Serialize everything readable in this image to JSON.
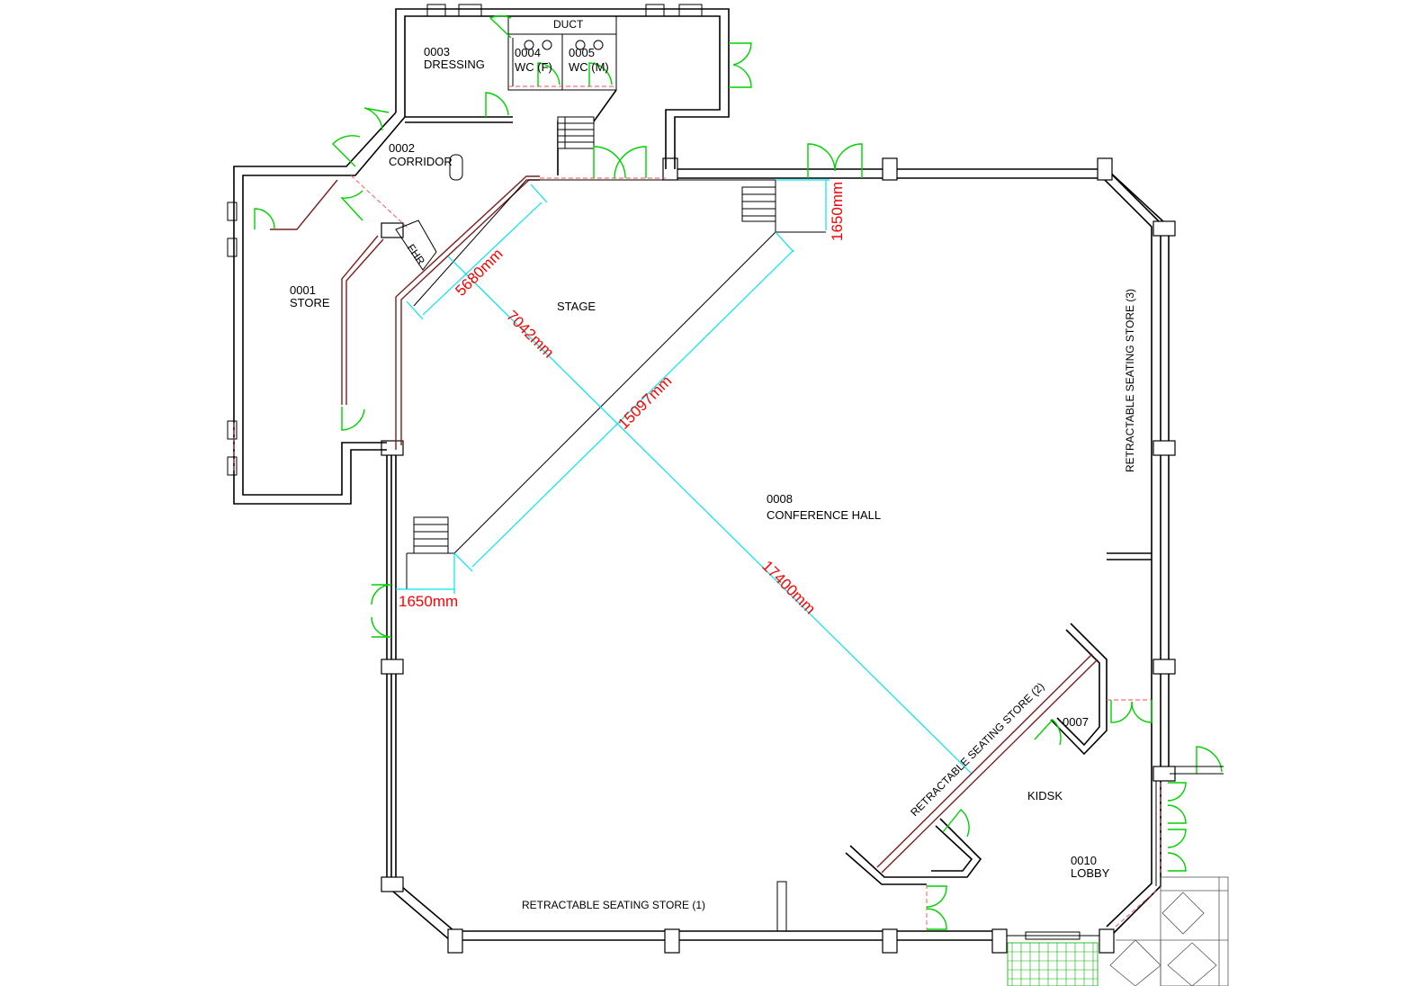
{
  "rooms": {
    "r0001_num": "0001",
    "r0001_name": "STORE",
    "r0002_num": "0002",
    "r0002_name": "CORRIDOR",
    "r0003_num": "0003",
    "r0003_name": "DRESSING",
    "r0004_num": "0004",
    "r0004_name": "WC (F)",
    "r0005_num": "0005",
    "r0005_name": "WC (M)",
    "duct": "DUCT",
    "fhr": "FHR",
    "stage": "STAGE",
    "r0008_num": "0008",
    "r0008_name": "CONFERENCE HALL",
    "r0007_num": "0007",
    "kiosk": "KIDSK",
    "r0010_num": "0010",
    "r0010_name": "LOBBY",
    "store1": "RETRACTABLE SEATING STORE (1)",
    "store2": "RETRACTABLE SEATING STORE (2)",
    "store3": "RETRACTABLE SEATING STORE (3)"
  },
  "dimensions": {
    "d5680": "5680mm",
    "d7042": "7042mm",
    "d15097": "15097mm",
    "d17400": "17400mm",
    "d1650_top": "1650mm",
    "d1650_bottom": "1650mm"
  },
  "colors": {
    "walls": "#000000",
    "doors": "#00d100",
    "dimension_lines": "#00e5ee",
    "dimension_text": "#ff0000",
    "partitions": "#7a1f1f"
  }
}
